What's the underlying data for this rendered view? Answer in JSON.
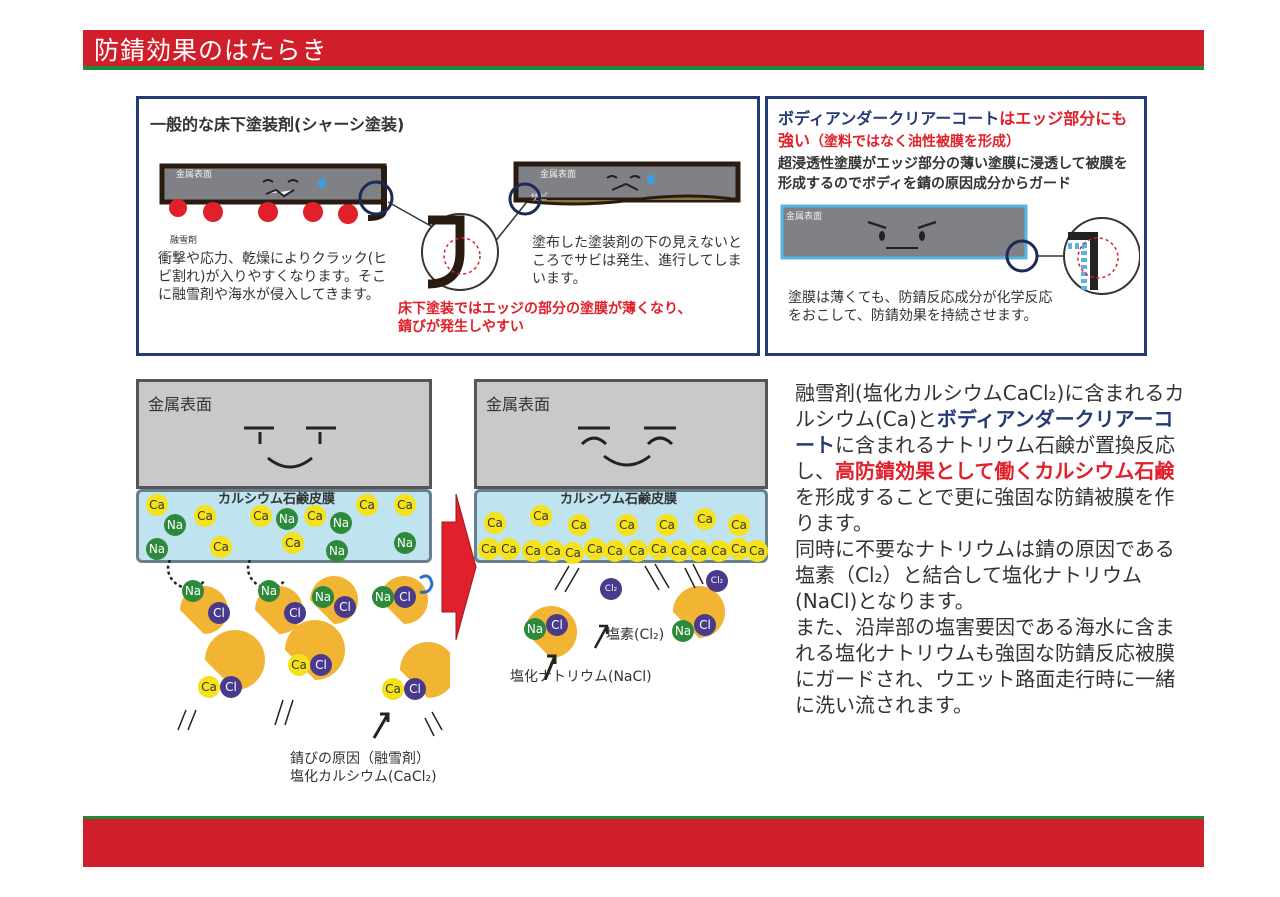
{
  "header": {
    "title": "防錆効果のはたらき"
  },
  "colors": {
    "banner": "#d01f2a",
    "banner_border": "#1f8a3c",
    "frame": "#243b74",
    "highlight_red": "#e0202a"
  },
  "panel_left": {
    "heading": "一般的な床下塗装剤(シャーシ塗装)",
    "metal_label_1": "金属表面",
    "metal_label_2": "金属表面",
    "sabi_label": "サビ",
    "snowmelt_label": "融雪剤",
    "text_crack": "衝撃や応力、乾燥によりクラック(ヒビ割れ)が入りやすくなります。そこに融雪剤や海水が侵入してきます。",
    "text_hidden": "塗布した塗装剤の下の見えないところでサビは発生、進行してしまいます。",
    "warning": "床下塗装ではエッジの部分の塗膜が薄くなり、錆びが発生しやすい"
  },
  "panel_right": {
    "heading_navy": "ボディアンダークリアーコート",
    "heading_red1": "はエッジ部分にも強い",
    "heading_red2": "（塗料ではなく油性被膜を形成）",
    "desc": "超浸透性塗膜がエッジ部分の薄い塗膜に浸透して被膜を形成するのでボディを錆の原因成分からガード",
    "metal_label": "金属表面",
    "caption": "塗膜は薄くても、防錆反応成分が化学反応をおこして、防錆効果を持続させます。"
  },
  "diagram_left": {
    "metal_label": "金属表面",
    "film_label": "カルシウム石鹸皮膜",
    "caption_line1": "錆びの原因（融雪剤）",
    "caption_line2": "塩化カルシウム(CaCl₂)"
  },
  "diagram_right": {
    "metal_label": "金属表面",
    "film_label": "カルシウム石鹸皮膜",
    "chlorine_label": "塩素(Cl₂)",
    "nacl_label": "塩化ナトリウム(NaCl)"
  },
  "ions": {
    "ca": "Ca",
    "na": "Na",
    "cl": "Cl",
    "cl2": "Cl₂"
  },
  "explanation": {
    "p1_a": "融雪剤(塩化カルシウムCaCl₂)に含まれるカルシウム(Ca)と",
    "p1_b": "ボディアンダークリアーコート",
    "p1_c": "に含まれるナトリウム石鹸が置換反応し、",
    "p1_d": "高防錆効果として働くカルシウム石鹸",
    "p1_e": "を形成することで更に強固な防錆被膜を作ります。",
    "p2": "同時に不要なナトリウムは錆の原因である塩素（Cl₂）と結合して塩化ナトリウム(NaCl)となります。",
    "p3": "また、沿岸部の塩害要因である海水に含まれる塩化ナトリウムも強固な防錆反応被膜にガードされ、ウエット路面走行時に一緒に洗い流されます。"
  }
}
